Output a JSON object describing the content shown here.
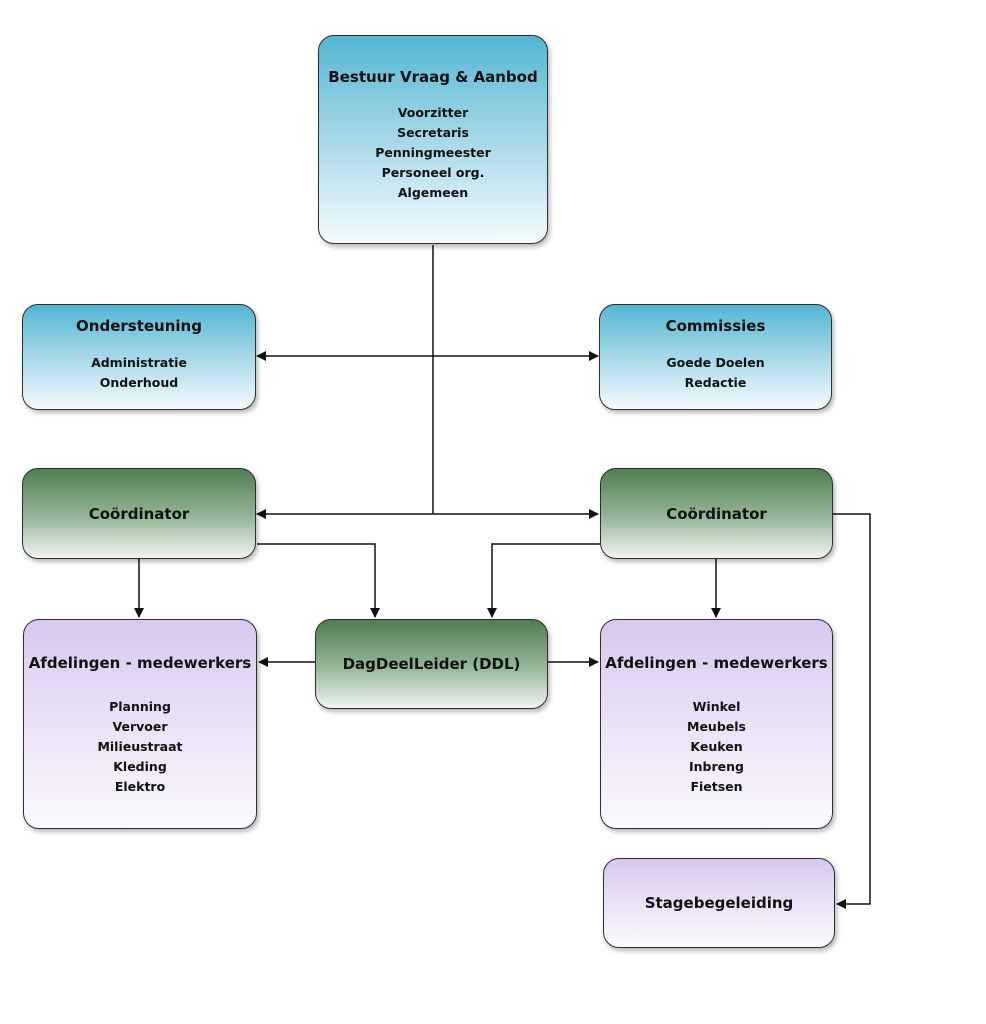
{
  "board": {
    "title": "Bestuur Vraag & Aanbod",
    "items": [
      "Voorzitter",
      "Secretaris",
      "Penningmeester",
      "Personeel org.",
      "Algemeen"
    ]
  },
  "support": {
    "title": "Ondersteuning",
    "items": [
      "Administratie",
      "Onderhoud"
    ]
  },
  "committees": {
    "title": "Commissies",
    "items": [
      "Goede Doelen",
      "Redactie"
    ]
  },
  "coordinator_left": {
    "title": "Coördinator"
  },
  "coordinator_right": {
    "title": "Coördinator"
  },
  "ddl": {
    "title": "DagDeelLeider (DDL)"
  },
  "departments_left": {
    "title": "Afdelingen - medewerkers",
    "items": [
      "Planning",
      "Vervoer",
      "Milieustraat",
      "Kleding",
      "Elektro"
    ]
  },
  "departments_right": {
    "title": "Afdelingen - medewerkers",
    "items": [
      "Winkel",
      "Meubels",
      "Keuken",
      "Inbreng",
      "Fietsen"
    ]
  },
  "internship": {
    "title": "Stagebegeleiding"
  },
  "colors": {
    "blue_box": "#54b6d2",
    "green_box": "#4f7d53",
    "purple_box": "#d8c7ee",
    "line": "#111111"
  }
}
